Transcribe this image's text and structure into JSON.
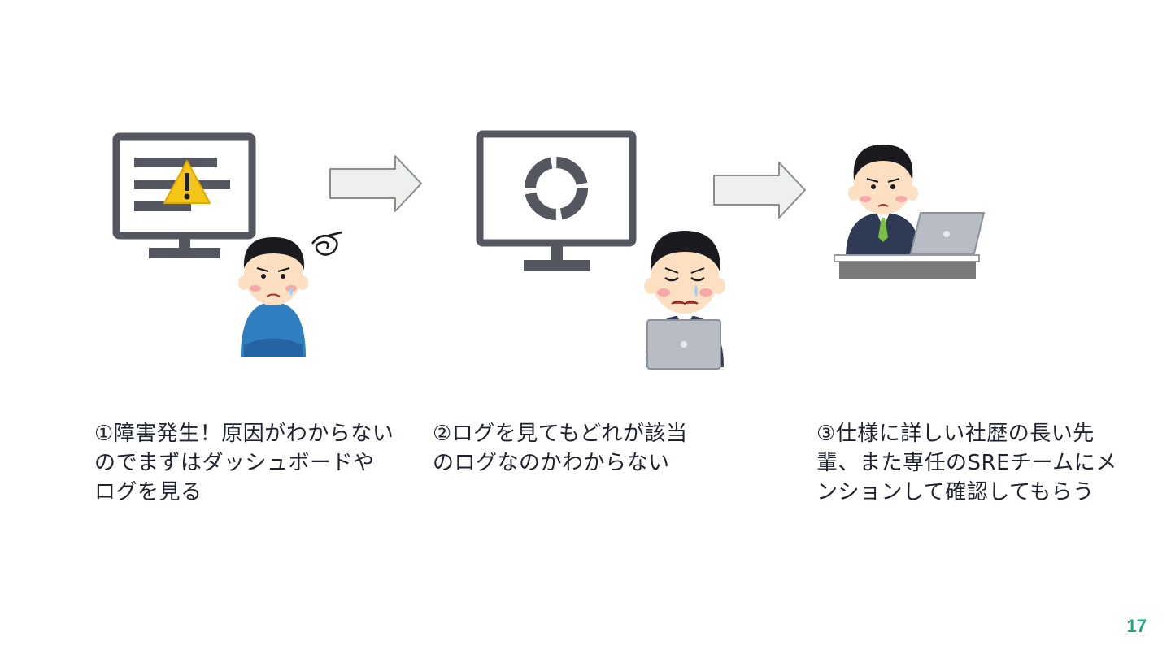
{
  "slide": {
    "steps": [
      {
        "text": "①障害発生！原因がわからないのでまずはダッシュボードやログを見る"
      },
      {
        "text": "②ログを見てもどれが該当のログなのかわからない"
      },
      {
        "text": "③仕様に詳しい社歴の長い先輩、また専任のSREチームにメンションして確認してもらう"
      }
    ],
    "page_number": "17"
  },
  "colors": {
    "monitor": "#555760",
    "arrow_fill": "#eef0ee",
    "arrow_stroke": "#8a8f8c",
    "warning": "#f5c518",
    "page_number": "#1ea883",
    "skin": "#fde0c2",
    "hair": "#1a1a1f",
    "suit": "#2f3a55",
    "sweater": "#2f7ec0",
    "laptop": "#b8bcc4"
  },
  "icons": {
    "step1_monitor": "monitor-warning-icon",
    "step2_monitor": "monitor-loading-icon",
    "arrow": "right-arrow-icon",
    "laptop": "laptop-icon"
  }
}
